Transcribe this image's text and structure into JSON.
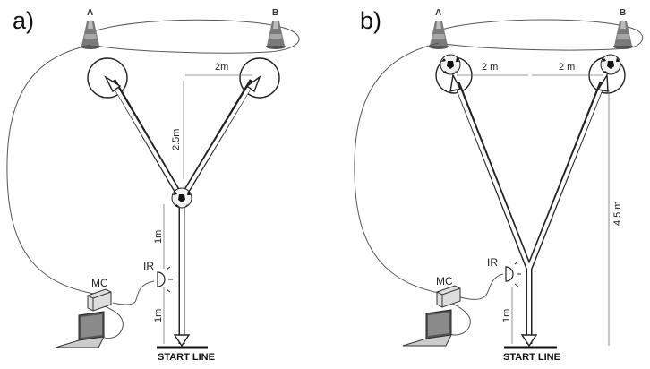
{
  "panels": [
    {
      "label": "a)",
      "cone_a": "A",
      "cone_b": "B",
      "dim_width": "2m",
      "dim_depth": "2.5m",
      "dim_upper": "1m",
      "dim_lower": "1m",
      "ir": "IR",
      "mc": "MC",
      "start_line": "START LINE"
    },
    {
      "label": "b)",
      "cone_a": "A",
      "cone_b": "B",
      "dim_left": "2 m",
      "dim_right": "2 m",
      "dim_depth": "4.5 m",
      "dim_lower": "1m",
      "ir": "IR",
      "mc": "MC",
      "start_line": "START LINE"
    }
  ],
  "colors": {
    "lines": "#222222",
    "cone": "#7a7a7a",
    "ball": "#f2f2f2"
  },
  "icons": [
    "cone-icon",
    "soccer-ball-icon",
    "ir-sensor-icon",
    "control-box-icon",
    "laptop-icon",
    "arrow-path-icon"
  ]
}
